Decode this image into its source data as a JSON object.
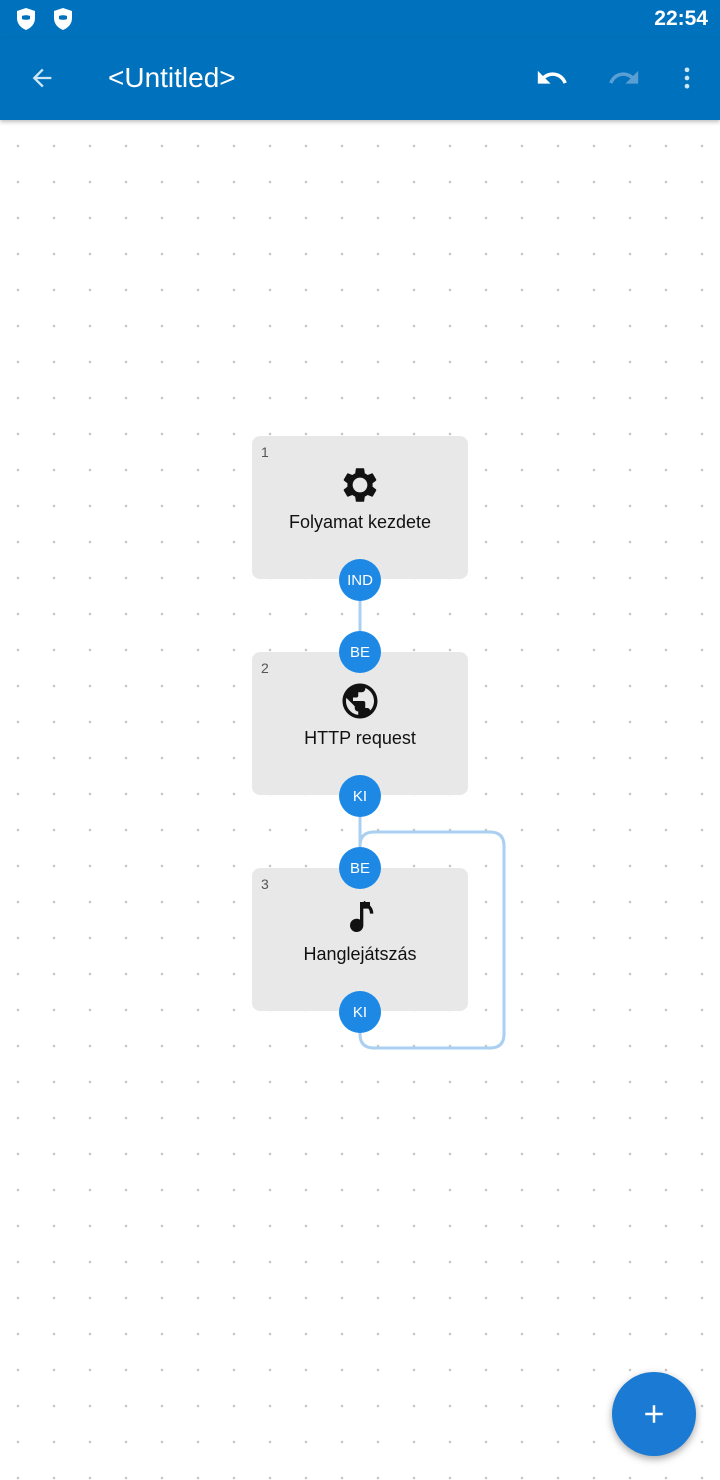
{
  "status_bar": {
    "time": "22:54",
    "icons": [
      "shield-icon",
      "shield-icon"
    ]
  },
  "app_bar": {
    "title": "<Untitled>",
    "back_icon": "arrow-left-icon",
    "undo_icon": "undo-icon",
    "redo_icon": "redo-icon",
    "menu_icon": "more-vert-icon"
  },
  "colors": {
    "primary": "#0072bd",
    "port": "#1e88e5",
    "node_bg": "#e8e8e8",
    "wire": "#a9cff1",
    "fab": "#1a7ad4"
  },
  "nodes": [
    {
      "number": "1",
      "label": "Folyamat kezdete",
      "icon": "gear-icon",
      "out_port": "IND"
    },
    {
      "number": "2",
      "label": "HTTP request",
      "icon": "globe-icon",
      "in_port": "BE",
      "out_port": "KI"
    },
    {
      "number": "3",
      "label": "Hanglejátszás",
      "icon": "music-note-icon",
      "in_port": "BE",
      "out_port": "KI"
    }
  ],
  "fab": {
    "icon": "plus-icon"
  }
}
